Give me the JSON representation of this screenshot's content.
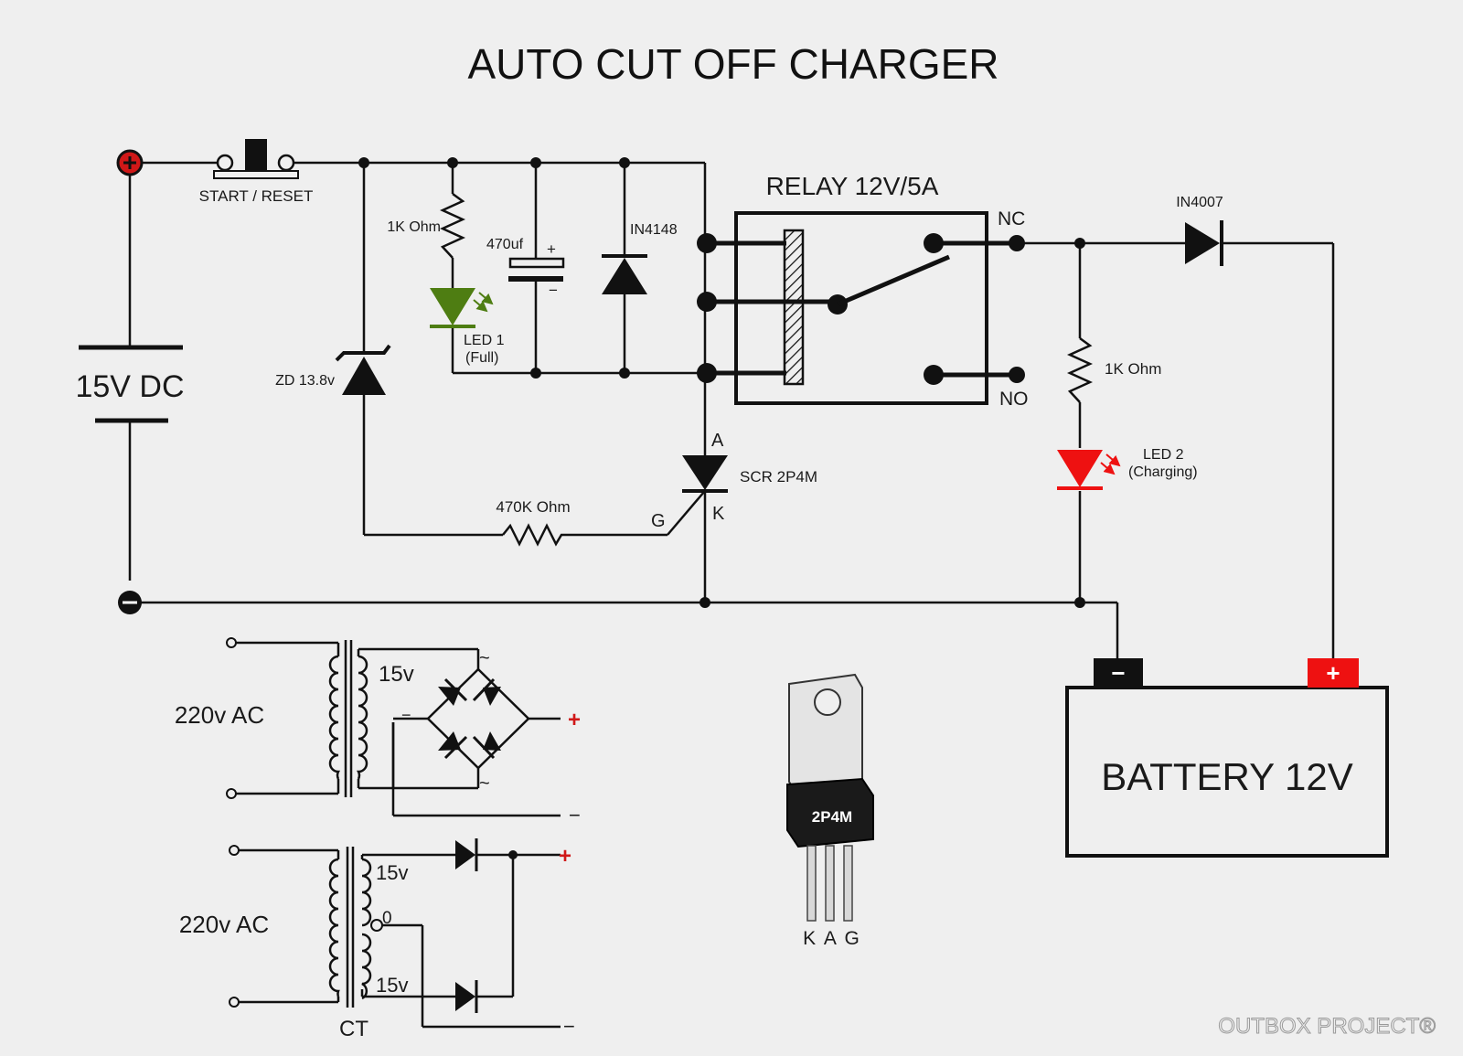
{
  "title": "AUTO CUT OFF CHARGER",
  "watermark": "OUTBOX PROJECT®",
  "colors": {
    "background": "#efefef",
    "ink": "#111111",
    "terminal_red": "#d01818",
    "led_full_green": "#4e7d12",
    "led_charging_red": "#ee1111"
  },
  "labels": {
    "start_reset": "START / RESET",
    "supply": "15V DC",
    "r1": "1K Ohm",
    "cap": "470uf",
    "cap_plus": "+",
    "cap_minus": "−",
    "diode_flyback": "IN4148",
    "led1_line1": "LED 1",
    "led1_line2": "(Full)",
    "zener": "ZD 13.8v",
    "relay": "RELAY 12V/5A",
    "nc": "NC",
    "no": "NO",
    "scr_a": "A",
    "scr_k": "K",
    "scr_g": "G",
    "scr": "SCR 2P4M",
    "r_gate": "470K Ohm",
    "diode_out": "IN4007",
    "r2": "1K Ohm",
    "led2_line1": "LED 2",
    "led2_line2": "(Charging)",
    "battery": "BATTERY 12V",
    "battery_minus": "−",
    "battery_plus": "+",
    "plus_symbol": "+",
    "minus_symbol": "−"
  },
  "bridge_supply": {
    "input": "220v AC",
    "secondary": "15v",
    "ac_mark": "~",
    "minus_mark": "−",
    "out_plus": "+",
    "out_minus": "−"
  },
  "ct_supply": {
    "input": "220v AC",
    "secondary_top": "15v",
    "center_tap": "0",
    "secondary_bottom": "15v",
    "ct_label": "CT",
    "out_plus": "+",
    "out_minus": "−"
  },
  "scr_package": {
    "marking": "2P4M",
    "pins": "K A G"
  }
}
